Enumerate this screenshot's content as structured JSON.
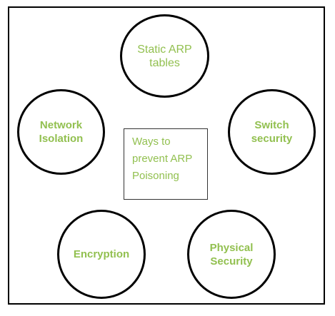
{
  "colors": {
    "label_green": "#92c050",
    "outline": "#000000",
    "background": "#ffffff"
  },
  "center": {
    "text": "Ways to\nprevent ARP\nPoisoning"
  },
  "nodes": {
    "static_arp": {
      "label": "Static ARP\ntables"
    },
    "network_isolation": {
      "label": "Network\nIsolation"
    },
    "switch_security": {
      "label": "Switch\nsecurity"
    },
    "encryption": {
      "label": "Encryption"
    },
    "physical_security": {
      "label": "Physical\nSecurity"
    }
  }
}
